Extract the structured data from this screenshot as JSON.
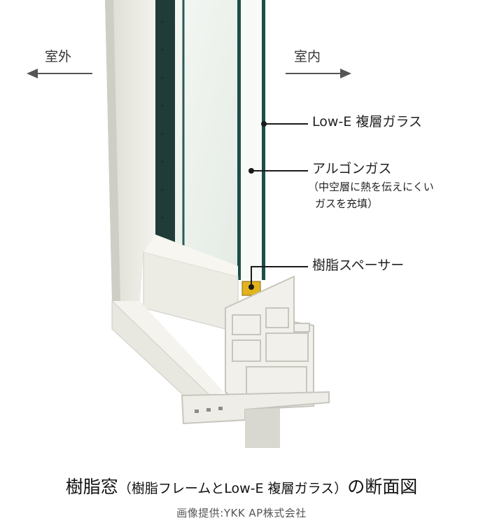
{
  "directions": {
    "outdoor": "室外",
    "indoor": "室内"
  },
  "labels": {
    "lowe_glass": "Low-E 複層ガラス",
    "argon_gas": "アルゴンガス",
    "argon_note_1": "（中空層に熱を伝えにくい",
    "argon_note_2": "ガスを充填）",
    "spacer": "樹脂スペーサー"
  },
  "caption": {
    "main": "樹脂窓",
    "paren": "（樹脂フレームとLow-E 複層ガラス）",
    "tail": "の断面図"
  },
  "credit": "画像提供:YKK AP株式会社",
  "colors": {
    "frame": "#e9e8e1",
    "glass_edge": "#1f4d49",
    "glass": "#eef3ee",
    "spacer": "#e3b31d",
    "line": "#1a1a1a"
  }
}
